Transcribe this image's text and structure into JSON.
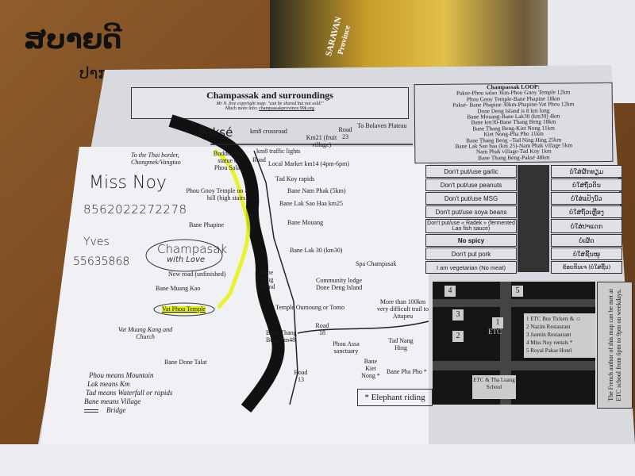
{
  "greeting": {
    "lao_title": "ສບາຍດີ",
    "lao_city": "ປາກເຊ"
  },
  "background_map": {
    "label_saravan": "SARAVAN",
    "label_province": "Province"
  },
  "map_header": {
    "title": "Champassak and surroundings",
    "copyright": "Mr N. free copyright map: \"can be shared but not sold!\"",
    "info_prefix": "Much more info: ",
    "info_link": "champassakprovince.99k.org"
  },
  "loop": {
    "title": "Champassak LOOP:",
    "lines": [
      "Pakse-Phou salao 3km-Phou Gnoy Temple 12km",
      "Phou Gnoy Temple-Bane Phapine 18km",
      "Paksé- Bane Phapine 30km-Phapine-Vat Phou 12km",
      "Done Deng Island is 8 km long",
      "Bane Mouang-Bane Lak30 (km30) 4km",
      "Bane km30-Bane Thang Beng 18km",
      "Bane Thang Beng-Kiet Nong 11km",
      "Kiet Nong-Pha Pho 11km",
      "Bane Thang Beng –Tad Ning Hing 25km",
      "Bane Lak Sao haa (km 25)-Nam Phak village 5km",
      "Nam Phak village-Tad Koy 1km",
      "Bane Thang Beng-Paksé 48km"
    ]
  },
  "food_phrases": [
    {
      "en": "Don't put/use garlic",
      "lao": "ບໍ່ໃສ່ຜັກທຽມ"
    },
    {
      "en": "Don't put/use peanuts",
      "lao": "ບໍ່ໃສ່ຖົ່ວດິນ"
    },
    {
      "en": "Don't put/use MSG",
      "lao": "ບໍ່ໃສ່ແປ້ງນົວ"
    },
    {
      "en": "Don't put/use soya beans",
      "lao": "ບໍ່ໃສ່ຖົ່ວເຫຼືອງ"
    },
    {
      "en": "Don't put/use « Radek » (fermented Lao fish sauce)",
      "lao": "ບໍ່ໃສ່ປາແດກ"
    },
    {
      "en": "No spicy",
      "lao": "ບໍ່ເຜັດ"
    },
    {
      "en": "Don't put pork",
      "lao": "ບໍ່ໃສ່ຊີ້ນໝູ"
    },
    {
      "en": "I am vegetarian (No meat)",
      "lao": "ຂ້ອຍກິນເຈ (ບໍ່ໃສ່ຊີ້ນ)"
    }
  ],
  "city_map": {
    "numbers": [
      "1",
      "2",
      "3",
      "4",
      "5"
    ],
    "etc_label": "ETC",
    "key": [
      "1 ETC Bus Tickets & ☺",
      "2 Nazim Restaurant",
      "3 Jasmin Restaurant",
      "4 Miss Noy rentals *",
      "5 Royal Pakse Hotel"
    ],
    "school": "ETC & Tha Luang School",
    "author_note": "The French author of this map can be met at ETC school from 6pm to 9pm on weekdays."
  },
  "handwriting": {
    "name1": "Miss Noy",
    "phone1": "8562022272278",
    "name2": "Yves",
    "phone2": "55635868",
    "circle_title": "Champasak",
    "circle_sub": "with Love"
  },
  "places": {
    "pakse": "Paksé",
    "km8_crossroad": "km8 crossroad",
    "km8_lights": "km8 traffic lights",
    "km21": "Km21 (fruit village)",
    "road23": "Road 23",
    "bolaven": "To Bolaven Plateau",
    "thai_border": "To the Thai border, Chongmek/Vangtao",
    "buddha": "Buddha and statue of Phou Salao",
    "road": "Road",
    "local_market": "Local Market km14 (4pm-6pm)",
    "tad_koy": "Tad Koy rapids",
    "phou_gnoy": "Phou Gnoy Temple on a hill (high stairs)",
    "nam_phak": "Bane Nam Phak (5km)",
    "lak_sao_haa": "Bane Lak Sao Haa km25",
    "phapine": "Bane Phapine",
    "mouang": "Bane Mouang",
    "lak30": "Bane Lak 30 (km30)",
    "spa": "Spa Champasak",
    "new_road": "New road (unfinished)",
    "done_deng": "Done Deng Island",
    "community": "Community lodge Done Deng Island",
    "muang_kao": "Bane Muang Kao",
    "vat_phou": "Vat Phou Temple",
    "oumoung": "Temple Oumoung or Tomo",
    "attapeu": "More than 100km very difficult trail to Attapeu",
    "muang_kang": "Vat Muang Kang and Church",
    "thang_beng": "Bane Thang Beng km48",
    "road18": "Road 18",
    "phou_assa": "Phou Assa sanctuary",
    "tad_nang": "Tad Nang Hing",
    "done_talat": "Bane Done Talat",
    "kiet_nong": "Bane Kiet Nong *",
    "pha_pho": "Bane Pha Pho *",
    "road13": "Road 13"
  },
  "legend": [
    "Phou means Mountain",
    "Lak means Km",
    "Tad means Waterfall or rapids",
    "Bane means Village",
    "Bridge"
  ],
  "elephant": "* Elephant riding"
}
